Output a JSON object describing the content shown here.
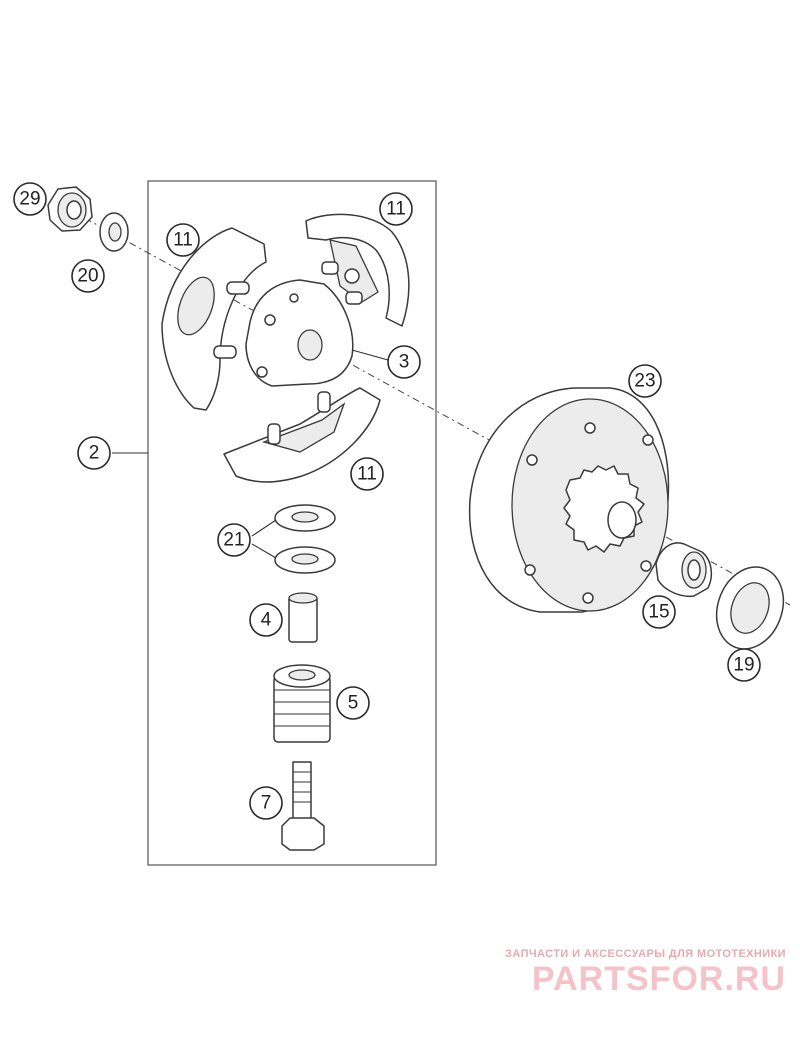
{
  "callouts": {
    "c29": "29",
    "c20": "20",
    "c11a": "11",
    "c11b": "11",
    "c11c": "11",
    "c3": "3",
    "c2": "2",
    "c23": "23",
    "c21": "21",
    "c4": "4",
    "c15": "15",
    "c19": "19",
    "c5": "5",
    "c7": "7"
  },
  "watermark": {
    "tagline": "ЗАПЧАСТИ И АКСЕССУАРЫ ДЛЯ МОТОТЕХНИКИ",
    "brand": "PARTSFOR.RU"
  },
  "colors": {
    "line": "#3a3a3a",
    "watermark": "#f4c3c9"
  }
}
